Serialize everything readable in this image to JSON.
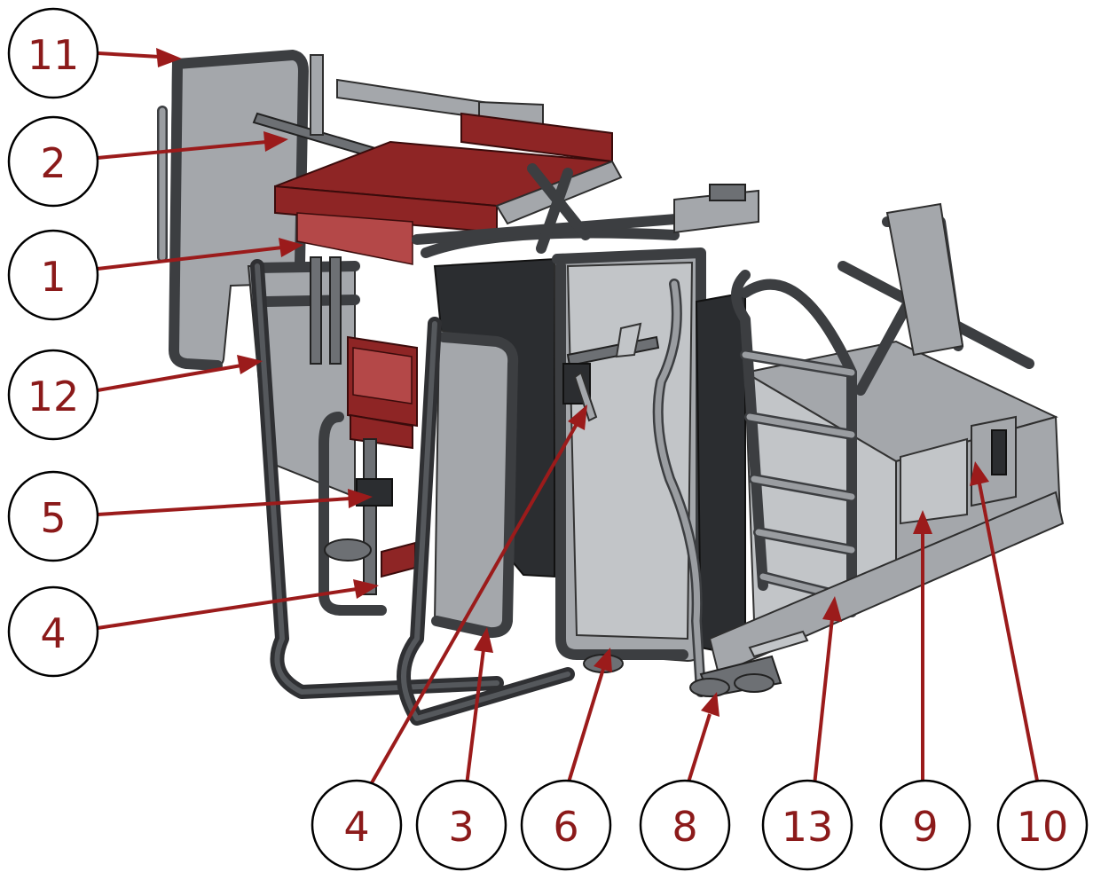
{
  "callouts": [
    {
      "id": "11",
      "label": "11"
    },
    {
      "id": "2",
      "label": "2"
    },
    {
      "id": "1",
      "label": "1"
    },
    {
      "id": "12",
      "label": "12"
    },
    {
      "id": "5",
      "label": "5"
    },
    {
      "id": "4a",
      "label": "4"
    },
    {
      "id": "4b",
      "label": "4"
    },
    {
      "id": "3",
      "label": "3"
    },
    {
      "id": "6",
      "label": "6"
    },
    {
      "id": "8",
      "label": "8"
    },
    {
      "id": "13",
      "label": "13"
    },
    {
      "id": "9",
      "label": "9"
    },
    {
      "id": "10",
      "label": "10"
    }
  ],
  "colors": {
    "leader": "#9b1b1b",
    "label_text": "#8b1a1a",
    "red_parts": "#8e2525",
    "metal": "#a4a7ab"
  }
}
